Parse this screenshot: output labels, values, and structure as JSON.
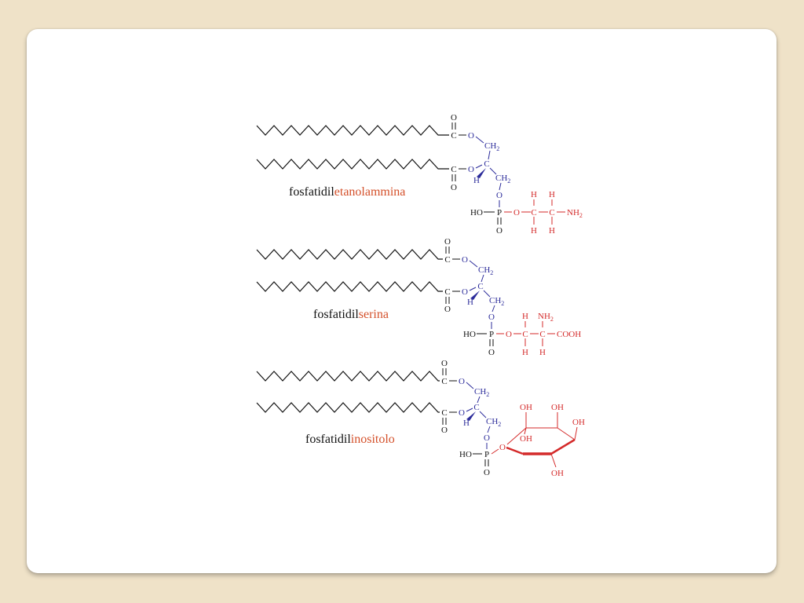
{
  "colors": {
    "black": "#111111",
    "blue": "#2b2b9a",
    "red": "#d42a2a",
    "orange": "#d4502a"
  },
  "atoms": {
    "O": "O",
    "C": "C",
    "H": "H",
    "P": "P",
    "HO": "HO",
    "CH": "CH",
    "sub2": "2",
    "NH": "NH",
    "COOH": "COOH",
    "OH": "OH"
  },
  "molecules": [
    {
      "name_prefix": "fosfatidil",
      "name_suffix": "etanolammina"
    },
    {
      "name_prefix": "fosfatidil",
      "name_suffix": "serina"
    },
    {
      "name_prefix": "fosfatidil",
      "name_suffix": "inositolo"
    }
  ]
}
